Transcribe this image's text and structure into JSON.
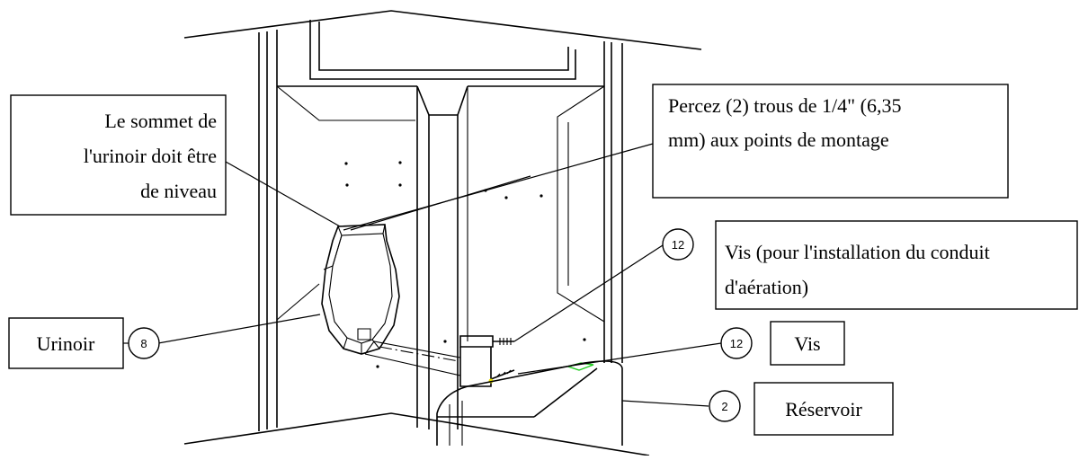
{
  "labels": {
    "summit": [
      "Le sommet de",
      "l'urinoir doit être",
      "de niveau"
    ],
    "drill": [
      "Percez (2) trous de 1/4\" (6,35",
      "mm) aux points de montage"
    ],
    "screws_vent": [
      "Vis (pour l'installation du conduit",
      "d'aération)"
    ],
    "screws": "Vis",
    "urinal": "Urinoir",
    "tank": "Réservoir"
  },
  "balloons": {
    "urinal": "8",
    "screws_vent": "12",
    "screws": "12",
    "tank": "2"
  },
  "colors": {
    "line": "#000000",
    "highlight_green": "#22cc22",
    "highlight_yellow": "#e8e000"
  }
}
